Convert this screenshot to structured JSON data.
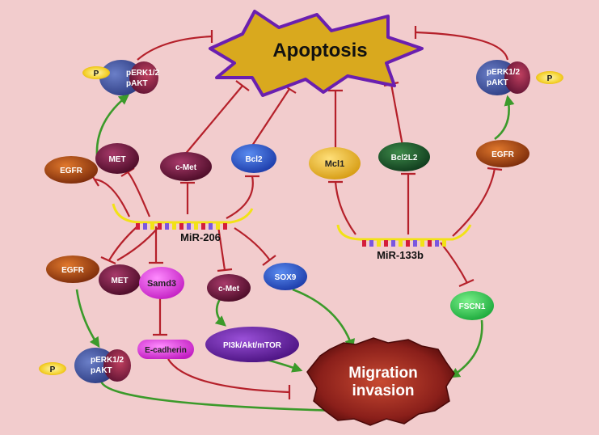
{
  "apoptosis": "Apoptosis",
  "migration": [
    "Migration",
    "invasion"
  ],
  "mir206": "MiR-206",
  "mir133b": "MiR-133b",
  "perk_left_top": [
    "pERK1/2",
    "pAKT"
  ],
  "perk_right_top": [
    "pERK1/2",
    "pAKT"
  ],
  "perk_bottom": [
    "pERK1/2",
    "pAKT"
  ],
  "p_badge": "P",
  "egfr_left": "EGFR",
  "met_top": "MET",
  "cmet_top": "c-Met",
  "bcl2": "Bcl2",
  "mcl1": "Mcl1",
  "bcl2l2": "Bcl2L2",
  "egfr_right": "EGFR",
  "egfr_bottom": "EGFR",
  "met_bottom": "MET",
  "samd3": "Samd3",
  "cmet_bottom": "c-Met",
  "sox9": "SOX9",
  "ecadherin": "E-cadherin",
  "pi3k": "PI3k/Akt/mTOR",
  "fscn1": "FSCN1",
  "colors": {
    "background": "#f2cccd",
    "inhibit": "#b5202a",
    "activate": "#3b9a2a",
    "apoptosis_fill": "#d9a91e",
    "apoptosis_border": "#6a1fb0"
  }
}
